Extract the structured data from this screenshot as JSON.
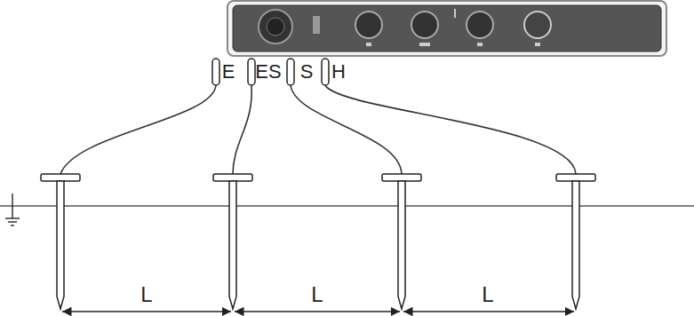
{
  "diagram": {
    "labels": [
      "E",
      "ES",
      "S",
      "H",
      "L",
      "L",
      "L"
    ]
  }
}
